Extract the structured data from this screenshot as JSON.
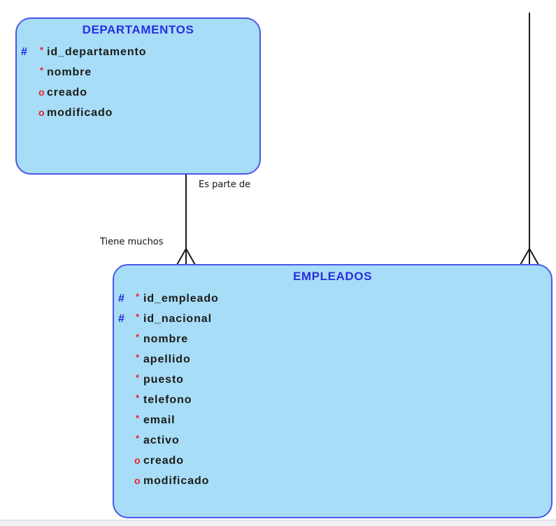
{
  "entities": {
    "departamentos": {
      "title": "DEPARTAMENTOS",
      "attributes": [
        {
          "name": "id_departamento",
          "pk": "#",
          "mandatory": "*",
          "optional": ""
        },
        {
          "name": "nombre",
          "pk": "",
          "mandatory": "*",
          "optional": ""
        },
        {
          "name": "creado",
          "pk": "",
          "mandatory": "",
          "optional": "o"
        },
        {
          "name": "modificado",
          "pk": "",
          "mandatory": "",
          "optional": "o"
        }
      ]
    },
    "empleados": {
      "title": "EMPLEADOS",
      "attributes": [
        {
          "name": "id_empleado",
          "pk": "#",
          "mandatory": "*",
          "optional": ""
        },
        {
          "name": "id_nacional",
          "pk": "#",
          "mandatory": "*",
          "optional": ""
        },
        {
          "name": "nombre",
          "pk": "",
          "mandatory": "*",
          "optional": ""
        },
        {
          "name": "apellido",
          "pk": "",
          "mandatory": "*",
          "optional": ""
        },
        {
          "name": "puesto",
          "pk": "",
          "mandatory": "*",
          "optional": ""
        },
        {
          "name": "telefono",
          "pk": "",
          "mandatory": "*",
          "optional": ""
        },
        {
          "name": "email",
          "pk": "",
          "mandatory": "*",
          "optional": ""
        },
        {
          "name": "activo",
          "pk": "",
          "mandatory": "*",
          "optional": ""
        },
        {
          "name": "creado",
          "pk": "",
          "mandatory": "",
          "optional": "o"
        },
        {
          "name": "modificado",
          "pk": "",
          "mandatory": "",
          "optional": "o"
        }
      ]
    }
  },
  "relationships": {
    "dept_emp": {
      "label_one_side": "Es parte de",
      "label_many_side": "Tiene muchos"
    }
  },
  "colors": {
    "entity_fill": "#a7ddf6",
    "entity_border": "#4b56e8",
    "title": "#2a2de0",
    "pk_marker": "#1d23e0",
    "mandatory_marker": "#e8222b",
    "line": "#1a1a1a"
  }
}
